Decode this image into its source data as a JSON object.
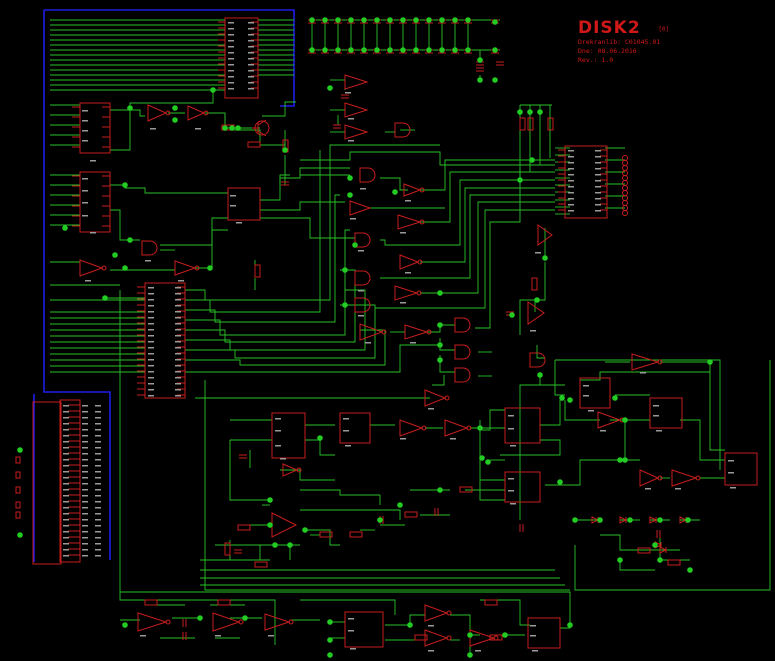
{
  "title_block": {
    "title": "DISK2",
    "ref": "[0]",
    "lines": [
      "Drekranlib: C01045.01",
      "Dne: 08.06.2016",
      "Rev.: 1.0"
    ]
  },
  "colors": {
    "background": "#000000",
    "wire": "#29c229",
    "component": "#c81e1e",
    "bus": "#1e1ee6",
    "junction": "#22cc22",
    "label_text": "#c8c8c8"
  }
}
